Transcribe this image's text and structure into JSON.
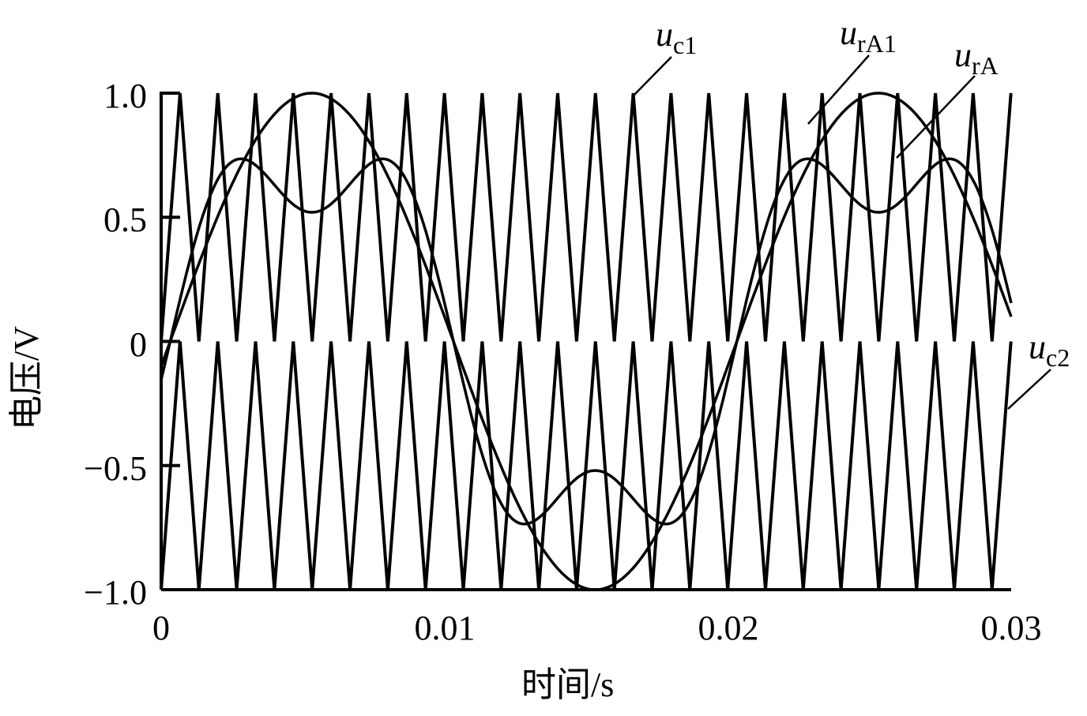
{
  "chart_data": {
    "type": "line",
    "title": "",
    "xlabel": "时间/s",
    "ylabel": "电压/V",
    "xlim": [
      0,
      0.03
    ],
    "ylim": [
      -1.0,
      1.0
    ],
    "grid": false,
    "legend_position": "inline-callouts",
    "x_ticks": [
      0,
      0.01,
      0.02,
      0.03
    ],
    "x_tick_labels": [
      "0",
      "0.01",
      "0.02",
      "0.03"
    ],
    "y_ticks": [
      1.0,
      0.5,
      0,
      -0.5,
      -1.0
    ],
    "y_tick_labels": [
      "1.0",
      "0.5",
      "0",
      "−0.5",
      "−1.0"
    ],
    "series": [
      {
        "name": "u_c1",
        "label_main": "u",
        "label_sub": "c1",
        "kind": "triangle carrier",
        "min": 0,
        "max": 1.0,
        "period_s": 0.001333,
        "peaks_s": [
          0.00067,
          0.002,
          0.0033,
          0.0047,
          0.006,
          0.0073,
          0.0087,
          0.01,
          0.0113,
          0.0127,
          0.014,
          0.0153,
          0.0167,
          0.018,
          0.0193,
          0.0207,
          0.022,
          0.0233,
          0.0247,
          0.026,
          0.0273,
          0.0287,
          0.03
        ]
      },
      {
        "name": "u_c2",
        "label_main": "u",
        "label_sub": "c2",
        "kind": "triangle carrier",
        "min": -1.0,
        "max": 0,
        "period_s": 0.001333
      },
      {
        "name": "u_rA1",
        "label_main": "u",
        "label_sub": "rA1",
        "kind": "sinusoid (fundamental)",
        "amplitude": 1.0,
        "frequency_hz": 50,
        "x": [
          0,
          0.0025,
          0.005,
          0.0075,
          0.01,
          0.0125,
          0.015,
          0.0175,
          0.02,
          0.0225,
          0.025,
          0.0275,
          0.03
        ],
        "values": [
          -0.1,
          0.64,
          1.0,
          0.77,
          0.1,
          -0.64,
          -1.0,
          -0.77,
          -0.1,
          0.64,
          1.0,
          0.77,
          0.1
        ]
      },
      {
        "name": "u_rA",
        "label_main": "u",
        "label_sub": "rA",
        "kind": "saddle (third-harmonic injected)",
        "fundamental_amplitude": 0.78,
        "third_harmonic_amplitude": 0.26,
        "x": [
          0,
          0.0033,
          0.005,
          0.0067,
          0.01,
          0.0133,
          0.015,
          0.0167,
          0.02,
          0.0233,
          0.025,
          0.0267,
          0.03
        ],
        "values": [
          -0.05,
          0.73,
          0.52,
          0.73,
          0.05,
          -0.73,
          -0.52,
          -0.73,
          -0.05,
          0.73,
          0.52,
          0.73,
          0.05
        ]
      }
    ],
    "annotations": [
      {
        "text": "u_c1",
        "target": "upper carrier peak near t≈0.0167"
      },
      {
        "text": "u_rA1",
        "target": "fundamental sine near t≈0.022"
      },
      {
        "text": "u_rA",
        "target": "saddle wave near t≈0.026"
      },
      {
        "text": "u_c2",
        "target": "lower carrier at right edge"
      }
    ]
  }
}
